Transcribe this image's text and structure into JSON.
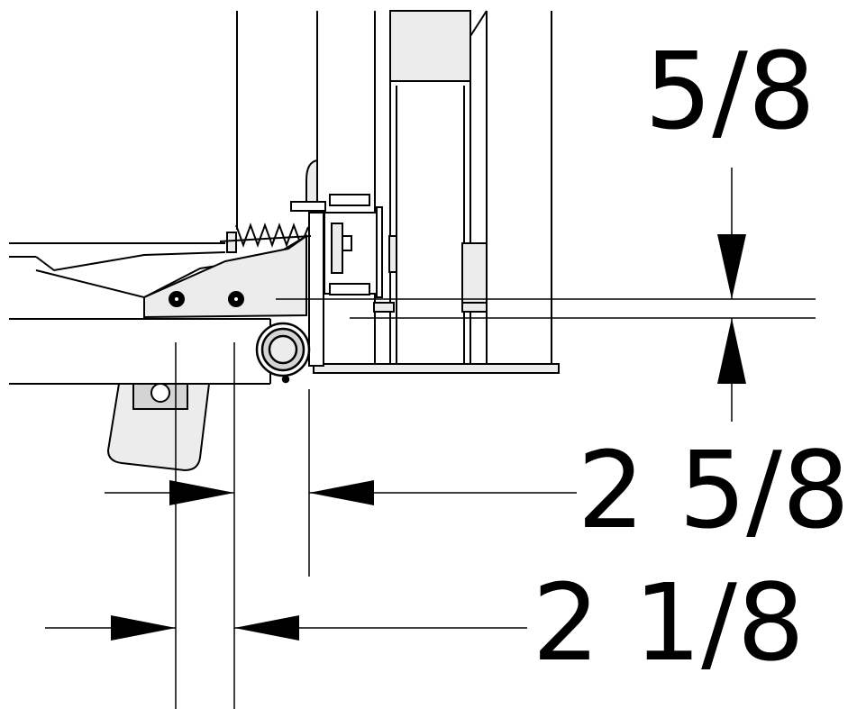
{
  "dimensions": {
    "vertical_gap": "5/8",
    "offset_outer": "2 5/8",
    "offset_inner": "2 1/8"
  },
  "colors": {
    "line": "#000000",
    "fill_light": "#ececec",
    "fill_mid": "#d4d4d4",
    "background": "#ffffff"
  }
}
